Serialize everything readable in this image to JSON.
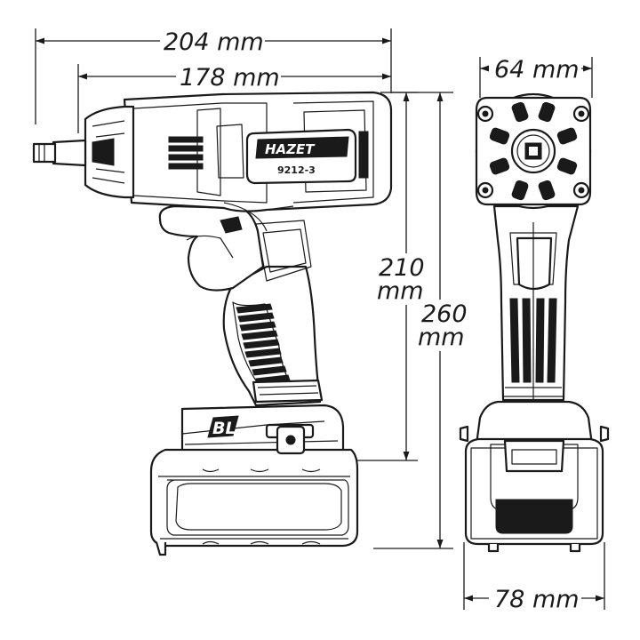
{
  "dimensions": {
    "total_length": "204 mm",
    "body_length": "178 mm",
    "handle_height_value": "210",
    "handle_height_unit": "mm",
    "total_height_value": "260",
    "total_height_unit": "mm",
    "head_width": "64 mm",
    "battery_width": "78 mm"
  },
  "product": {
    "brand": "HAZET",
    "model": "9212-3",
    "battery_logo": "BL"
  }
}
